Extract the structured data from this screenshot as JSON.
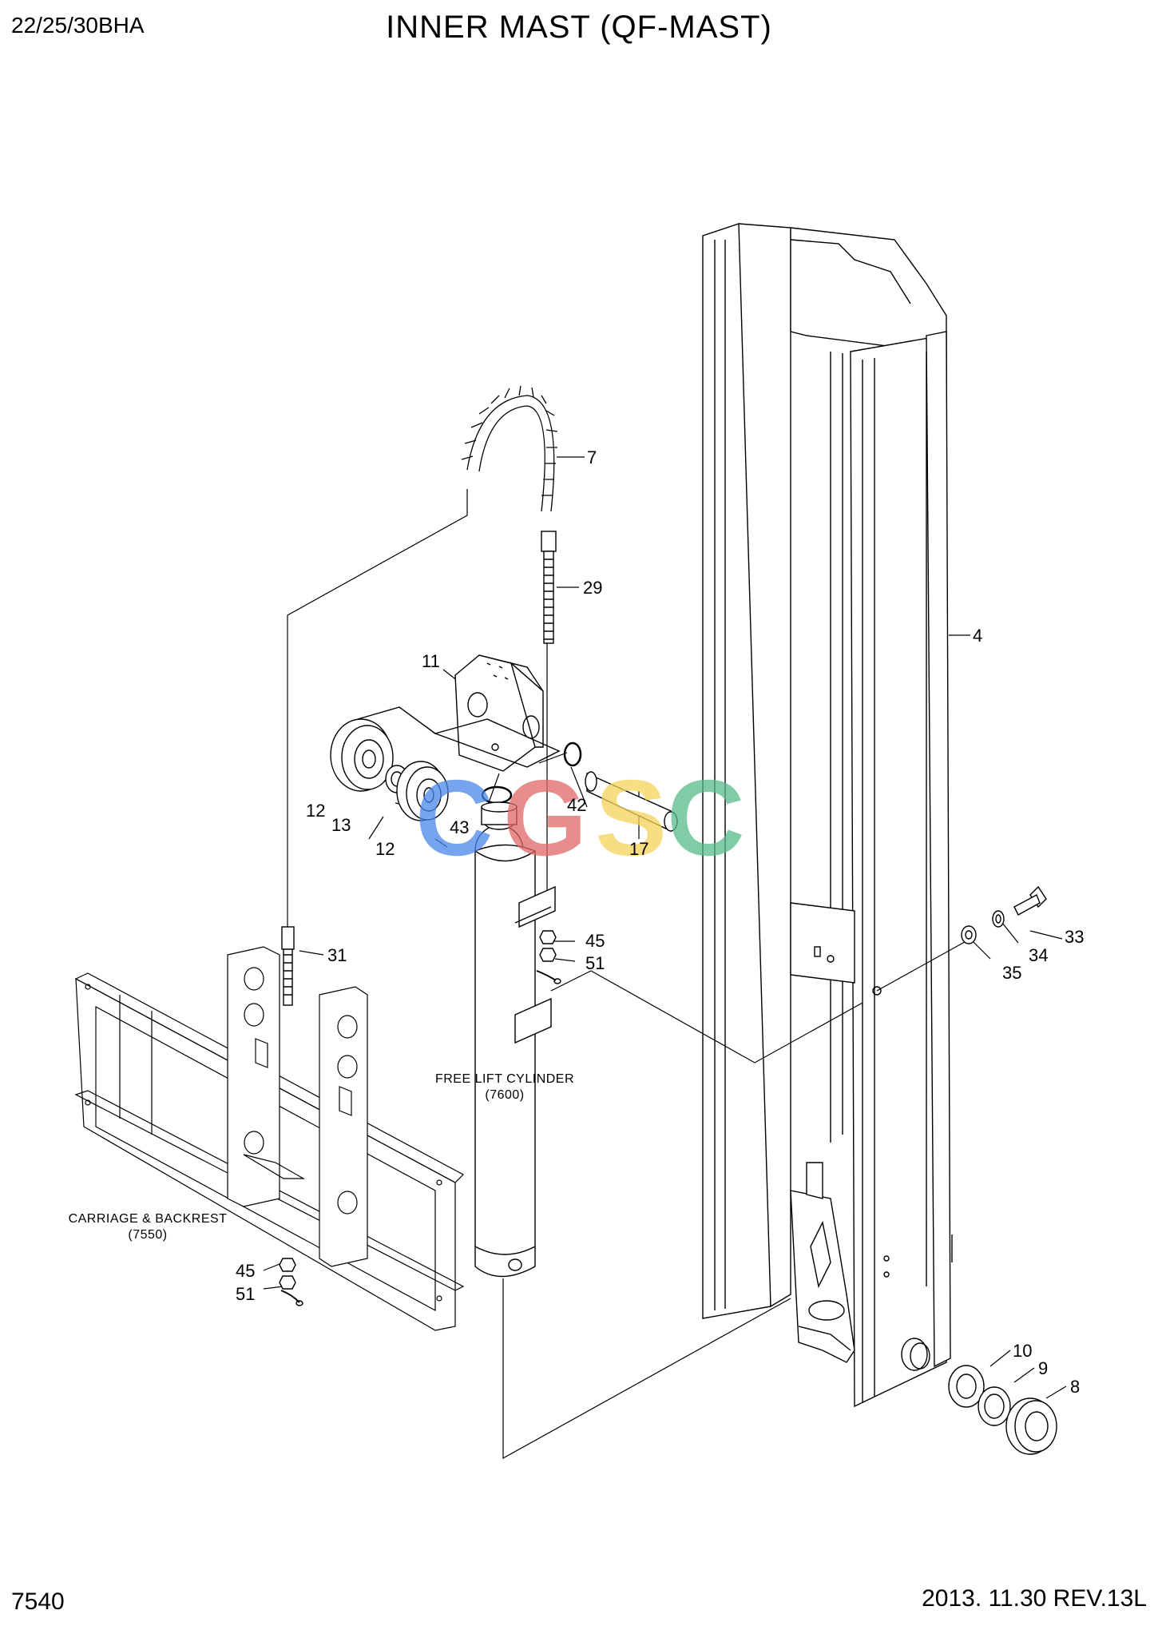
{
  "header": {
    "model": "22/25/30BHA",
    "title": "INNER MAST (QF-MAST)"
  },
  "footer": {
    "page": "7540",
    "date_rev": "2013. 11.30  REV.13L"
  },
  "watermark": {
    "text": "CGSC",
    "colors": [
      "#4a86e8",
      "#e06666",
      "#f6d359",
      "#57bb8a"
    ]
  },
  "callouts": {
    "c7": "7",
    "c29": "29",
    "c4": "4",
    "c11": "11",
    "c12a": "12",
    "c13": "13",
    "c12b": "12",
    "c43": "43",
    "c42": "42",
    "c17": "17",
    "c31": "31",
    "c45a": "45",
    "c51a": "51",
    "c33": "33",
    "c34": "34",
    "c35": "35",
    "c45b": "45",
    "c51b": "51",
    "c10": "10",
    "c9": "9",
    "c8": "8"
  },
  "labels": {
    "free_lift": "FREE LIFT CYLINDER",
    "free_lift_ref": "(7600)",
    "carriage": "CARRIAGE & BACKREST",
    "carriage_ref": "(7550)"
  }
}
